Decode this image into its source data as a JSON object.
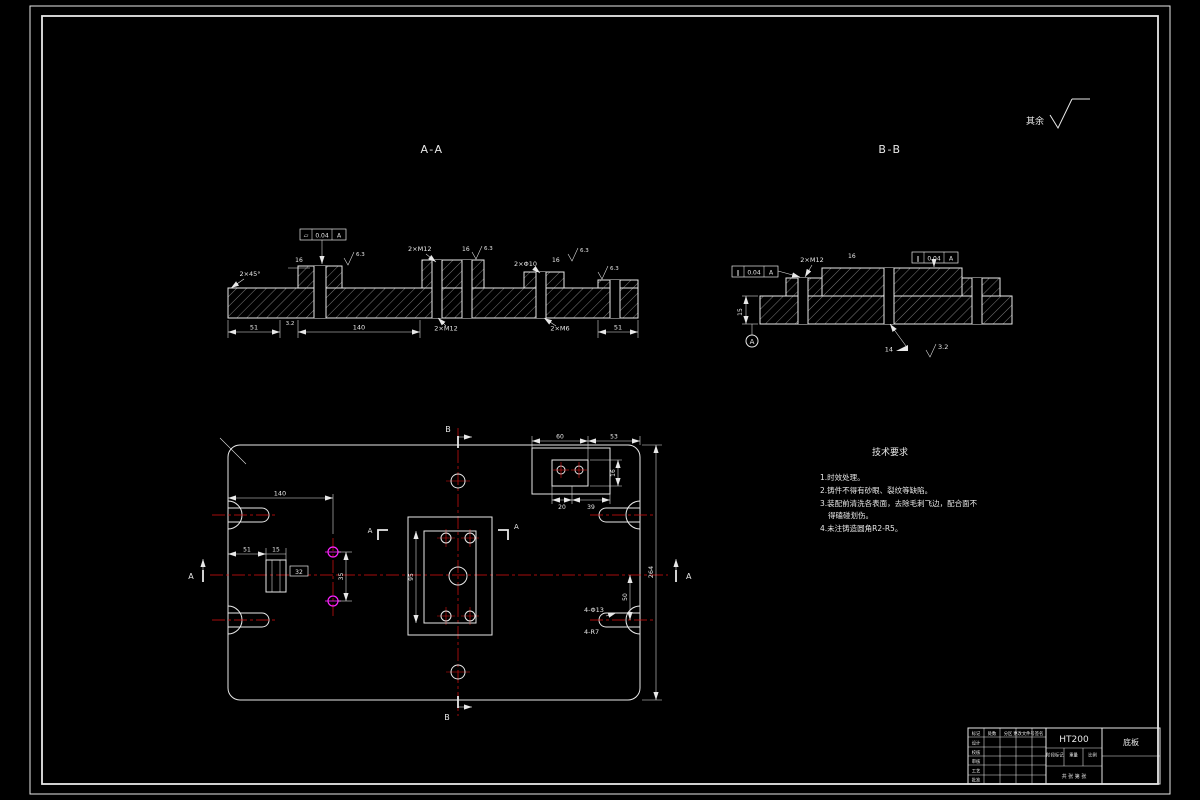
{
  "colors": {
    "bg": "#000000",
    "line": "#e8e8e8",
    "centerline": "#dd1111",
    "highlight": "#ff22ff"
  },
  "finish": {
    "rest": "其余"
  },
  "sections": {
    "aa": {
      "title": "A-A",
      "gdt": {
        "symbol": "▱",
        "value": "0.04",
        "datum": "A"
      },
      "labels": {
        "chamfer": "2×45°",
        "w1": "16",
        "thread": "2×M12",
        "w2": "16",
        "hole": "2×Φ10",
        "w3": "16",
        "rough": "6.3"
      },
      "dims": [
        "51",
        "140",
        "2×M12",
        "2×M6",
        "51"
      ],
      "rough_b": "3.2"
    },
    "bb": {
      "title": "B-B",
      "gdt_left": {
        "symbol": "∥",
        "value": "0.04",
        "datum": "A"
      },
      "gdt_right": {
        "symbol": "∥",
        "value": "0.04",
        "datum": "A"
      },
      "labels": {
        "thread": "2×M12",
        "w": "16",
        "h": "15",
        "taper": "14",
        "rough": "3.2"
      },
      "datum": "A"
    }
  },
  "plan": {
    "cuts": {
      "top": "B",
      "bottom": "B",
      "left": "A",
      "right": "A",
      "mid_left": "A",
      "mid_right": "A"
    },
    "dims": {
      "d140": "140",
      "d51": "51",
      "d15": "15",
      "box32": "32",
      "d35": "35",
      "d95": "95",
      "d264": "264",
      "d50": "50",
      "slot1": "4-Φ13",
      "slot2": "4-R7"
    },
    "detail": {
      "d60": "60",
      "d53": "53",
      "d20": "20",
      "d39": "39",
      "d16": "16"
    }
  },
  "notes": {
    "title": "技术要求",
    "lines": [
      "1.时效处理。",
      "2.铸件不得有砂眼、裂纹等缺陷。",
      "3.装配前清洗各表面，去除毛刺飞边，配合面不",
      "得磕碰划伤。",
      "4.未注铸造圆角R2-R5。"
    ]
  },
  "title_block": {
    "material": "HT200",
    "part_name": "底板",
    "row_cells": [
      "标记",
      "处数",
      "分区",
      "更改文件号",
      "签名"
    ],
    "left_rows": [
      "设计",
      "校核",
      "审核",
      "工艺",
      "批准"
    ],
    "mid_cells": [
      "阶段标记",
      "重量",
      "比例"
    ],
    "sheet": "共 张 第 张"
  }
}
